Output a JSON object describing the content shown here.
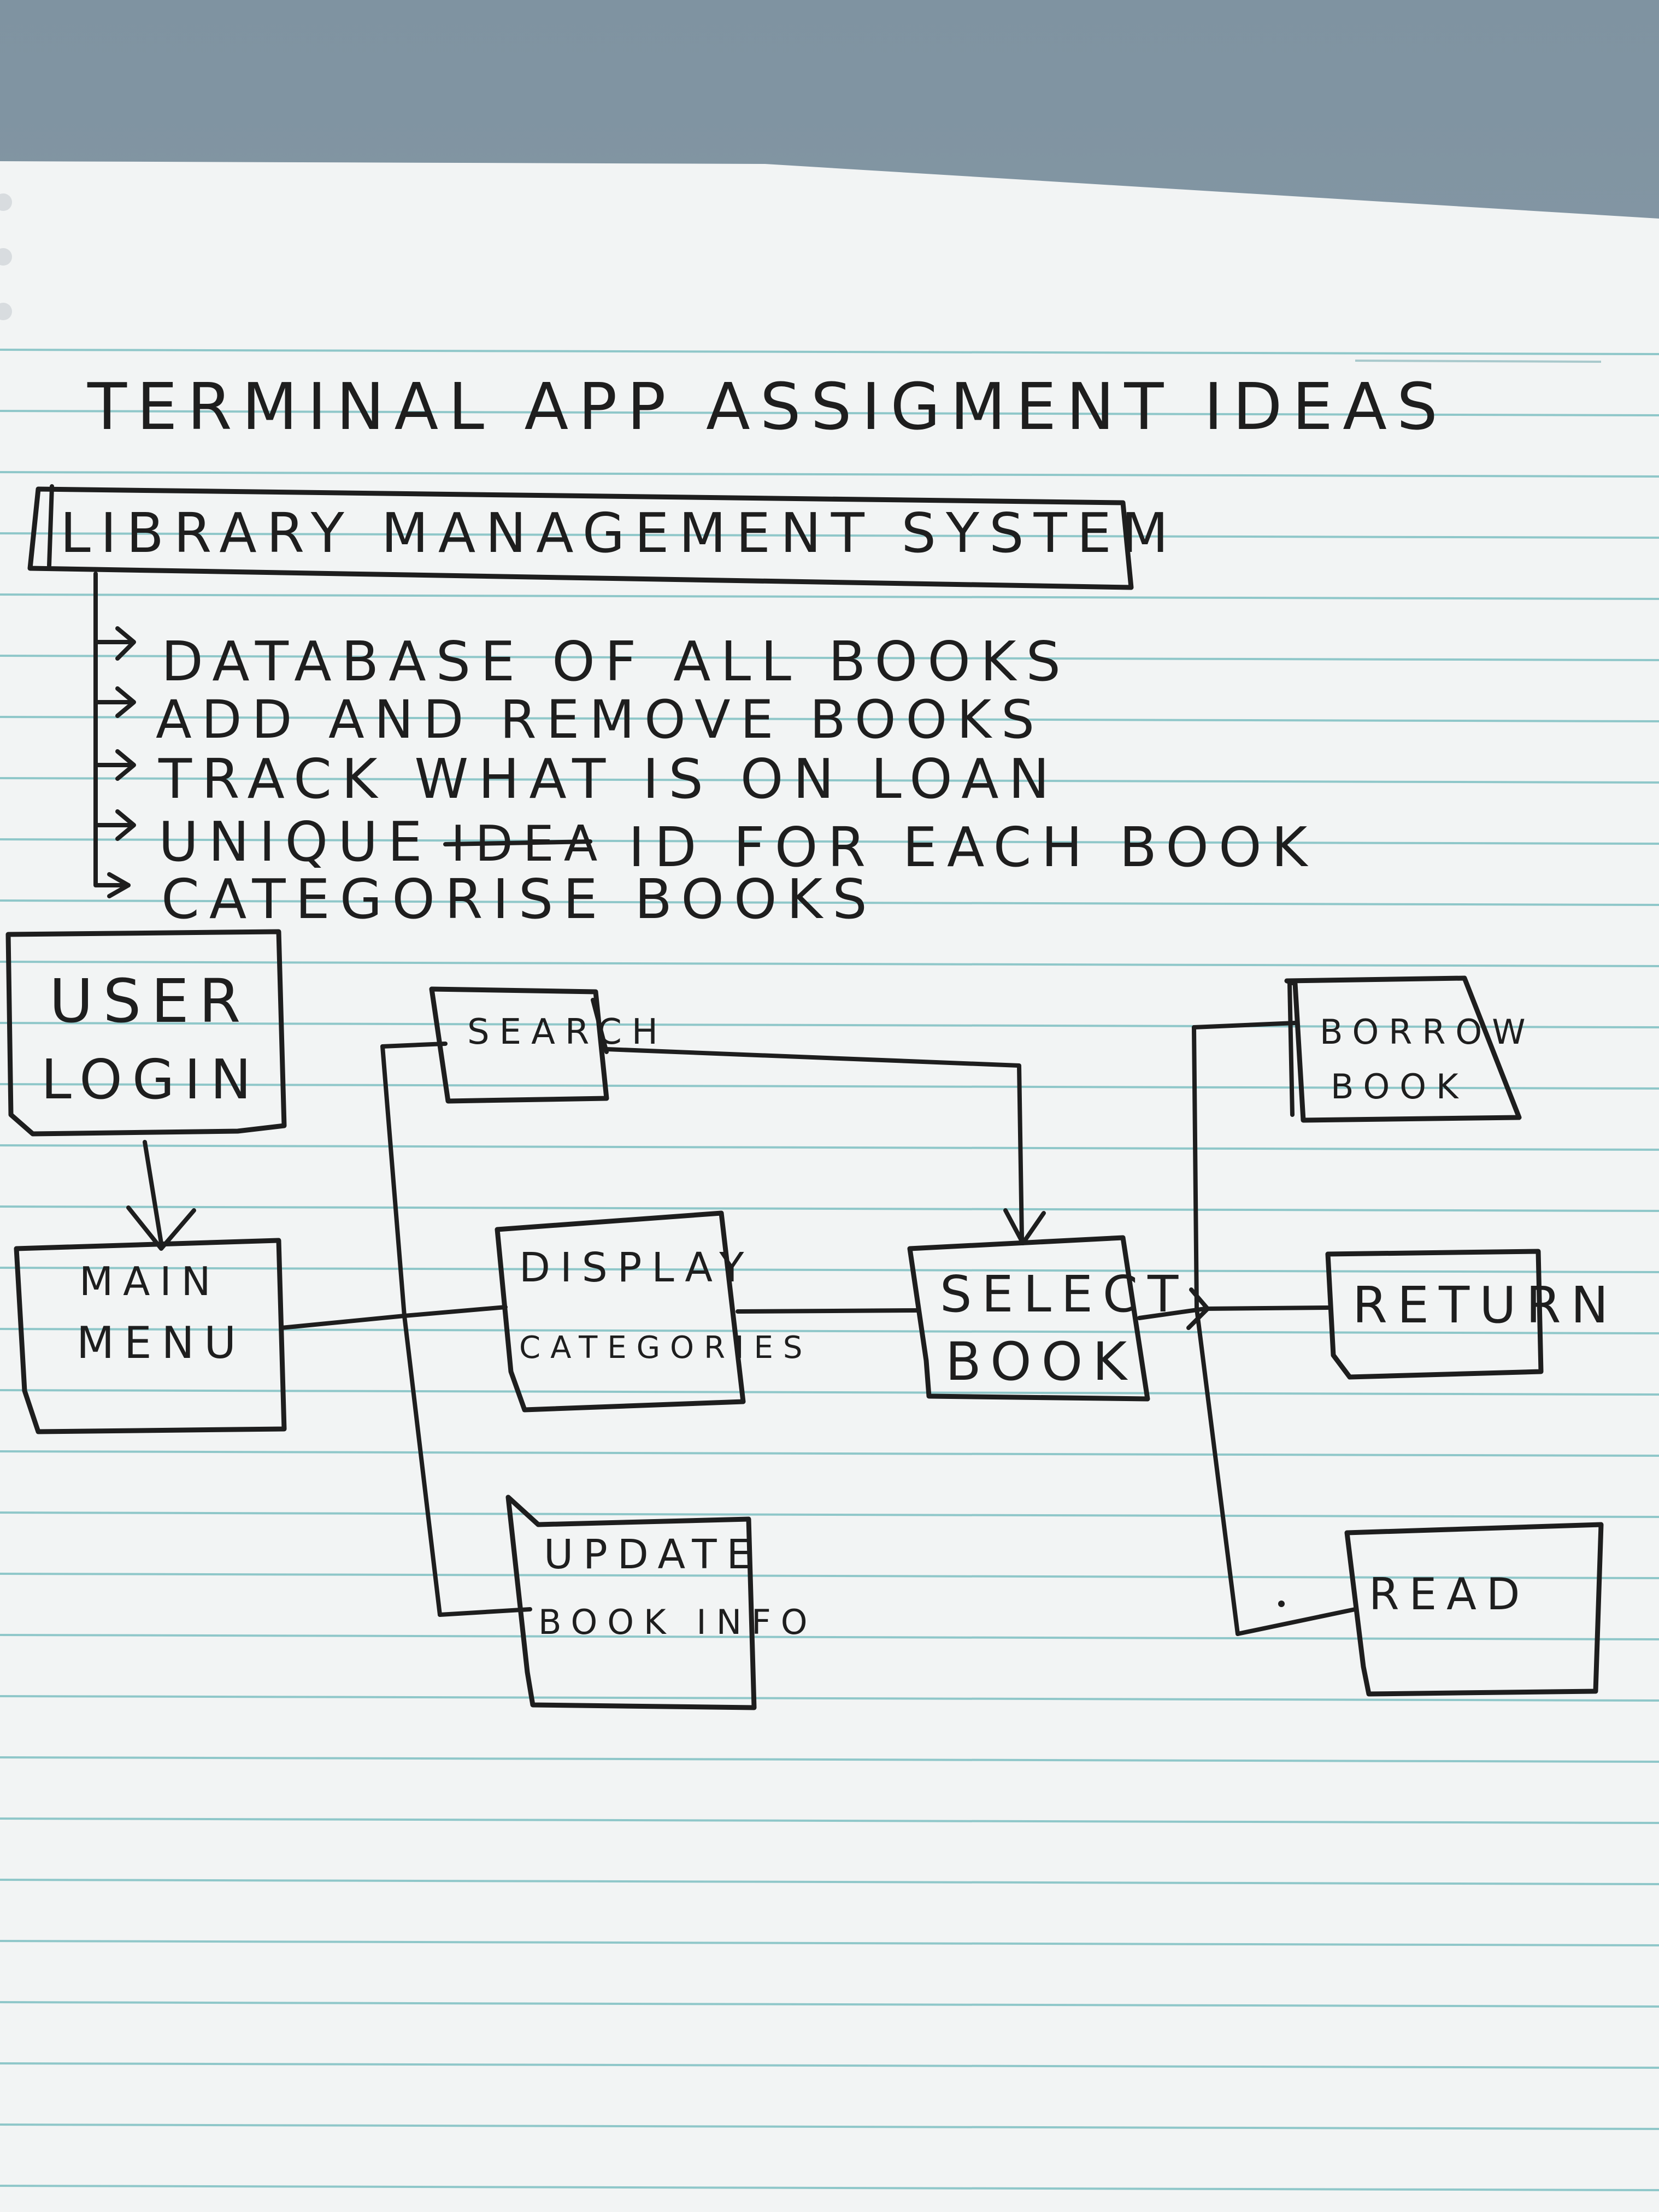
{
  "title": "TERMINAL APP ASSIGMENT IDEAS",
  "system_box": "LIBRARY MANAGEMENT SYSTEM",
  "features": [
    "DATABASE OF ALL BOOKS",
    "ADD AND REMOVE BOOKS",
    "TRACK WHAT IS ON LOAN",
    "UNIQUE",
    "IDEA",
    "ID FOR EACH BOOK",
    "CATEGORISE BOOKS"
  ],
  "nodes": {
    "user_login": [
      "USER",
      "LOGIN"
    ],
    "main_menu": [
      "MAIN",
      "MENU"
    ],
    "search": "SEARCH",
    "display_categories": [
      "DISPLAY",
      "CATEGORIES"
    ],
    "update_book_info": [
      "UPDATE",
      "BOOK INFO"
    ],
    "select_book": [
      "SELECT",
      "BOOK"
    ],
    "borrow_book": [
      "BORROW",
      "BOOK"
    ],
    "return": "RETURN",
    "read": "READ"
  },
  "colors": {
    "ink": "#1e1e1e",
    "paper": "#f2f4f4",
    "rule": "#8fc7c9",
    "desk": "#8fa1ad"
  }
}
